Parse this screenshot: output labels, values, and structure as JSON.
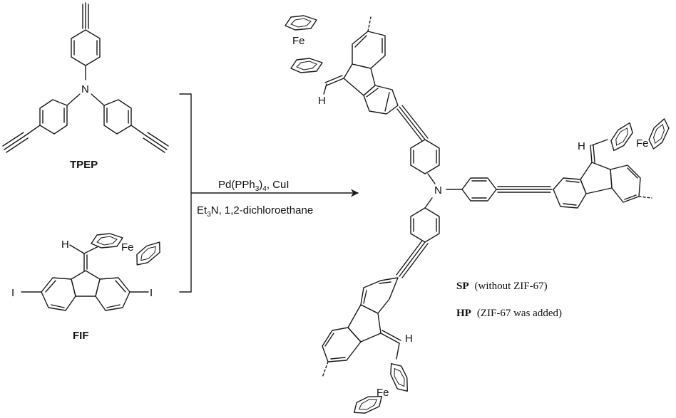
{
  "reagents": {
    "tpep_label": "TPEP",
    "fif_label": "FIF"
  },
  "atoms": {
    "nitrogen": "N",
    "iron": "Fe",
    "hydrogen": "H",
    "iodine": "I"
  },
  "conditions": {
    "catalyst_a": "Pd(PPh",
    "catalyst_a_sub": "3",
    "catalyst_a_end": ")",
    "catalyst_a_sub2": "4",
    "catalyst_b": ", CuI",
    "solvent_a": "Et",
    "solvent_a_sub": "3",
    "solvent_b": "N, 1,2-dichloroethane"
  },
  "products": {
    "sp_label": "SP",
    "sp_note": "(without ZIF-67)",
    "hp_label": "HP",
    "hp_note": "(ZIF-67 was added)"
  }
}
